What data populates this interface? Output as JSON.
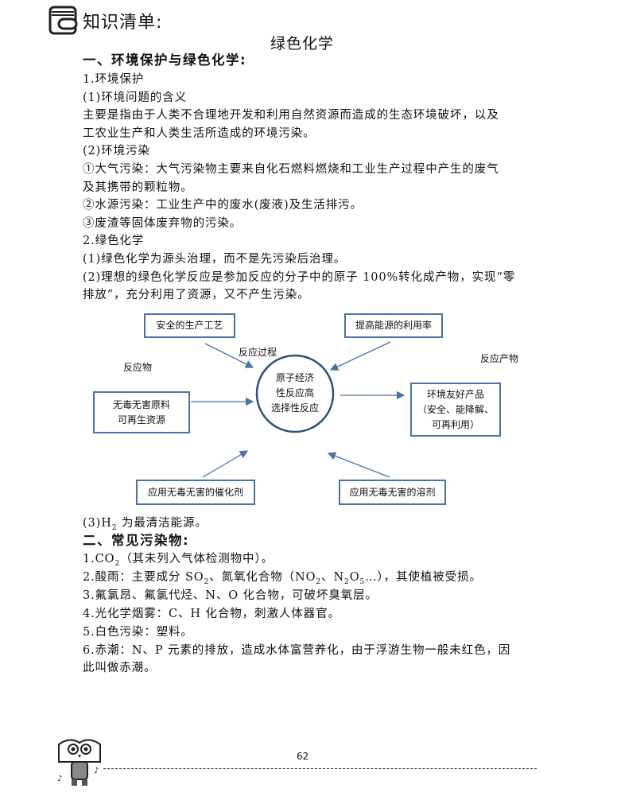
{
  "header": {
    "title": "知识清单:",
    "subtitle": "绿色化学"
  },
  "section1": {
    "heading": "一、环境保护与绿色化学:",
    "lines": [
      "1.环境保护",
      "(1)环境问题的含义",
      "主要是指由于人类不合理地开发和利用自然资源而造成的生态环境破坏，以及",
      "工农业生产和人类生活所造成的环境污染。",
      "(2)环境污染",
      "①大气污染：大气污染物主要来自化石燃料燃烧和工业生产过程中产生的废气",
      "及其携带的颗粒物。",
      "②水源污染：工业生产中的废水(废液)及生活排污。",
      "③废渣等固体废弃物的污染。",
      "2.绿色化学",
      "(1)绿色化学为源头治理，而不是先污染后治理。",
      "(2)理想的绿色化学反应是参加反应的分子中的原子 100%转化成产物，实现“零",
      "排放”，充分利用了资源，又不产生污染。"
    ]
  },
  "diagram": {
    "process_top_left": "安全的生产工艺",
    "process_top_right": "提高能源的利用率",
    "label_process": "反应过程",
    "label_reactant": "反应物",
    "label_product": "反应产物",
    "reactant_box": [
      "无毒无害原料",
      "可再生资源"
    ],
    "center": [
      "原子经济",
      "性反应高",
      "选择性反应"
    ],
    "product_box": [
      "环境友好产品",
      "（安全、能降解、",
      "可再利用）"
    ],
    "bottom_left": "应用无毒无害的催化剂",
    "bottom_right": "应用无毒无害的溶剂",
    "color": "#4a72a6"
  },
  "line_h2": {
    "pre": "(3)H",
    "sub": "2",
    "post": " 为最清洁能源。"
  },
  "section2": {
    "heading": "二、常见污染物:",
    "l1": {
      "a": "1.CO",
      "s": "2",
      "b": "（其未列入气体检测物中）。"
    },
    "l2": {
      "a": "2.酸雨：主要成分 SO",
      "s1": "2",
      "b": "、氮氧化合物（NO",
      "s2": "2",
      "c": "、N",
      "s3": "2",
      "d": "O",
      "s4": "5",
      "e": "…），其使植被受损。"
    },
    "l3": "3.氟氯昂、氟氯代烃、N、O 化合物，可破坏臭氧层。",
    "l4": "4.光化学烟雾：C、H 化合物，刺激人体器官。",
    "l5": "5.白色污染：塑料。",
    "l6": "6.赤潮：N、P 元素的排放，造成水体富营养化，由于浮游生物一般未红色，因",
    "l7": "此叫做赤潮。"
  },
  "footer": {
    "page_number": "62"
  }
}
